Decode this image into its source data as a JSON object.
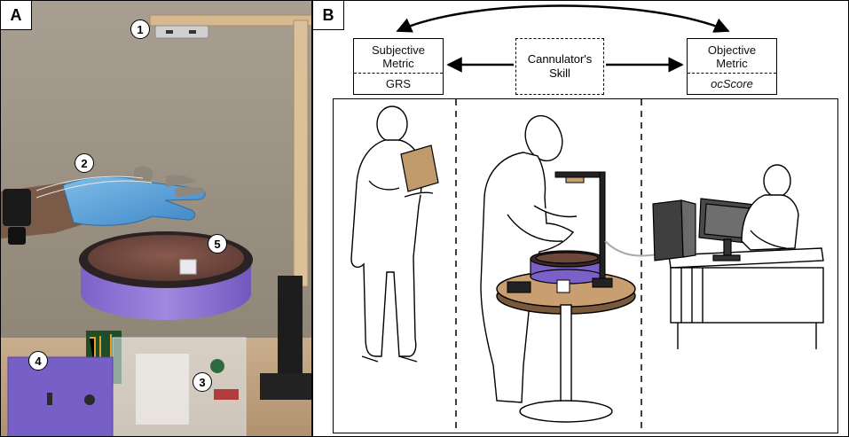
{
  "panel_a": {
    "tag": "A",
    "callouts": [
      "1",
      "2",
      "3",
      "4",
      "5"
    ]
  },
  "panel_b": {
    "tag": "B",
    "subjective_metric": {
      "title_line1": "Subjective",
      "title_line2": "Metric",
      "sub": "GRS"
    },
    "center_box": {
      "line1": "Cannulator's",
      "line2": "Skill"
    },
    "objective_metric": {
      "title_line1": "Objective",
      "title_line2": "Metric",
      "sub": "ocScore"
    }
  }
}
